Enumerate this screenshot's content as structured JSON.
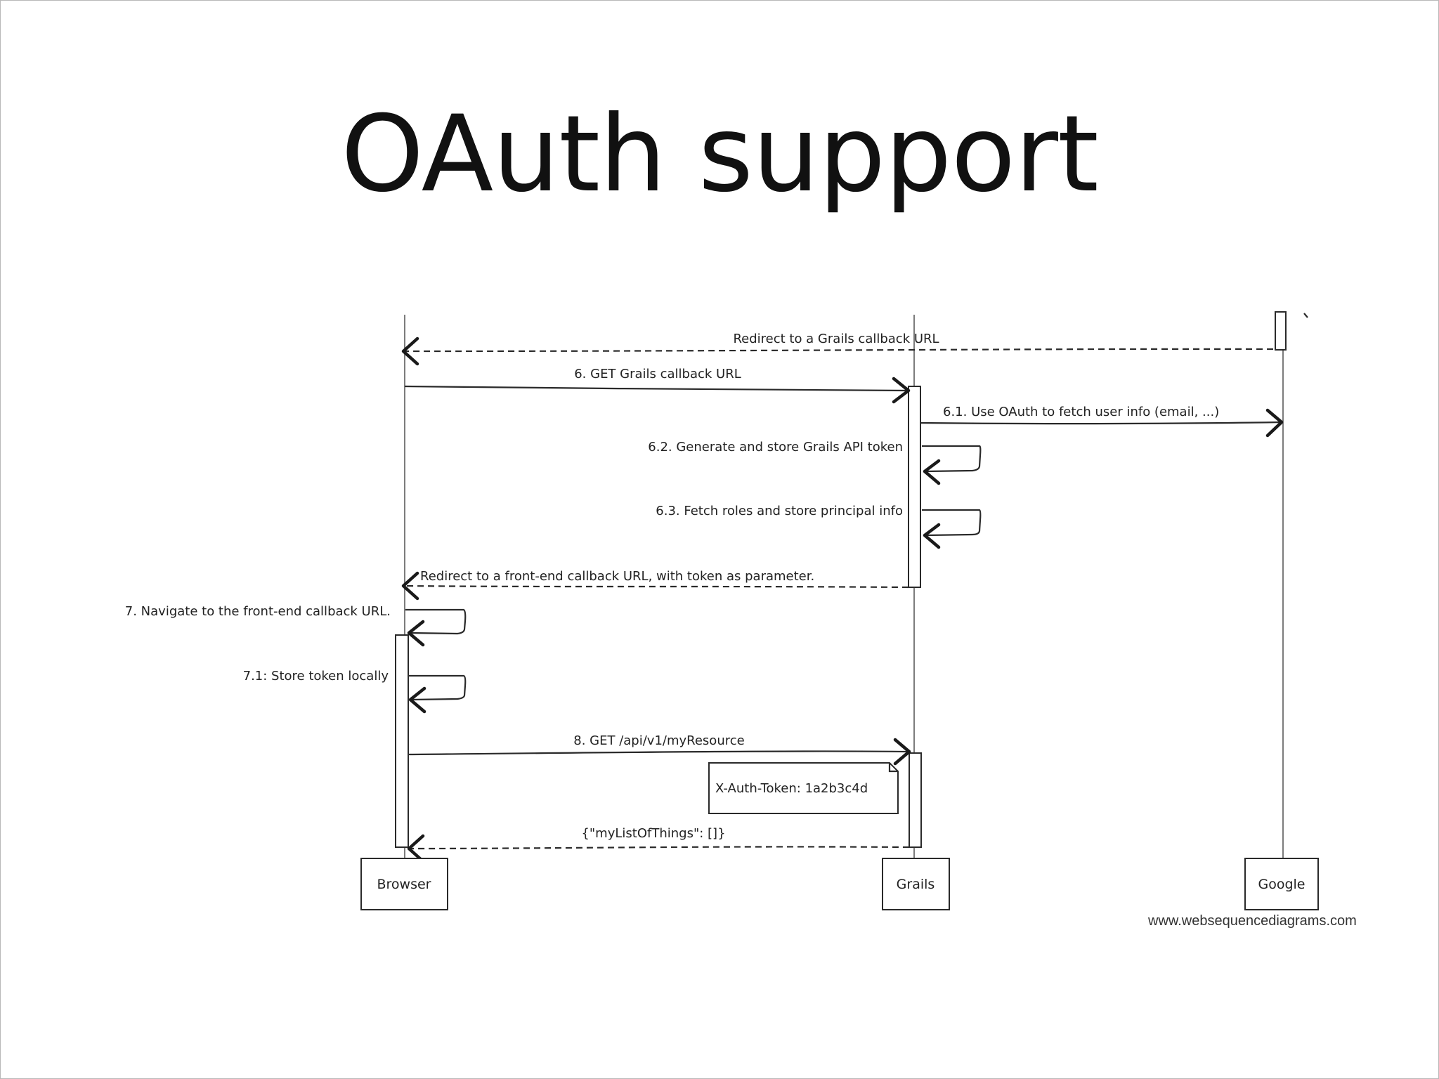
{
  "slide": {
    "title": "OAuth support"
  },
  "diagram": {
    "actors": [
      "Browser",
      "Grails",
      "Google"
    ],
    "messages": [
      {
        "from": "Google",
        "to": "Browser",
        "label": "Redirect to a Grails callback URL",
        "style": "dashed"
      },
      {
        "from": "Browser",
        "to": "Grails",
        "label": "6. GET Grails callback URL",
        "style": "solid"
      },
      {
        "from": "Grails",
        "to": "Google",
        "label": "6.1. Use OAuth to fetch user info (email, ...)",
        "style": "solid"
      },
      {
        "from": "Grails",
        "to": "Grails",
        "label": "6.2. Generate and store Grails API token",
        "style": "self"
      },
      {
        "from": "Grails",
        "to": "Grails",
        "label": "6.3. Fetch roles and store principal info",
        "style": "self"
      },
      {
        "from": "Grails",
        "to": "Browser",
        "label": "Redirect to a front-end callback URL, with token as parameter.",
        "style": "dashed"
      },
      {
        "from": "Browser",
        "to": "Browser",
        "label": "7. Navigate to the front-end callback URL.",
        "style": "self"
      },
      {
        "from": "Browser",
        "to": "Browser",
        "label": "7.1: Store token locally",
        "style": "self"
      },
      {
        "from": "Browser",
        "to": "Grails",
        "label": "8. GET /api/v1/myResource",
        "style": "solid"
      },
      {
        "from": "Grails",
        "to": "Browser",
        "label": "{\"myListOfThings\": []}",
        "style": "dashed"
      }
    ],
    "note": "X-Auth-Token: 1a2b3c4d",
    "credit": "www.websequencediagrams.com"
  }
}
